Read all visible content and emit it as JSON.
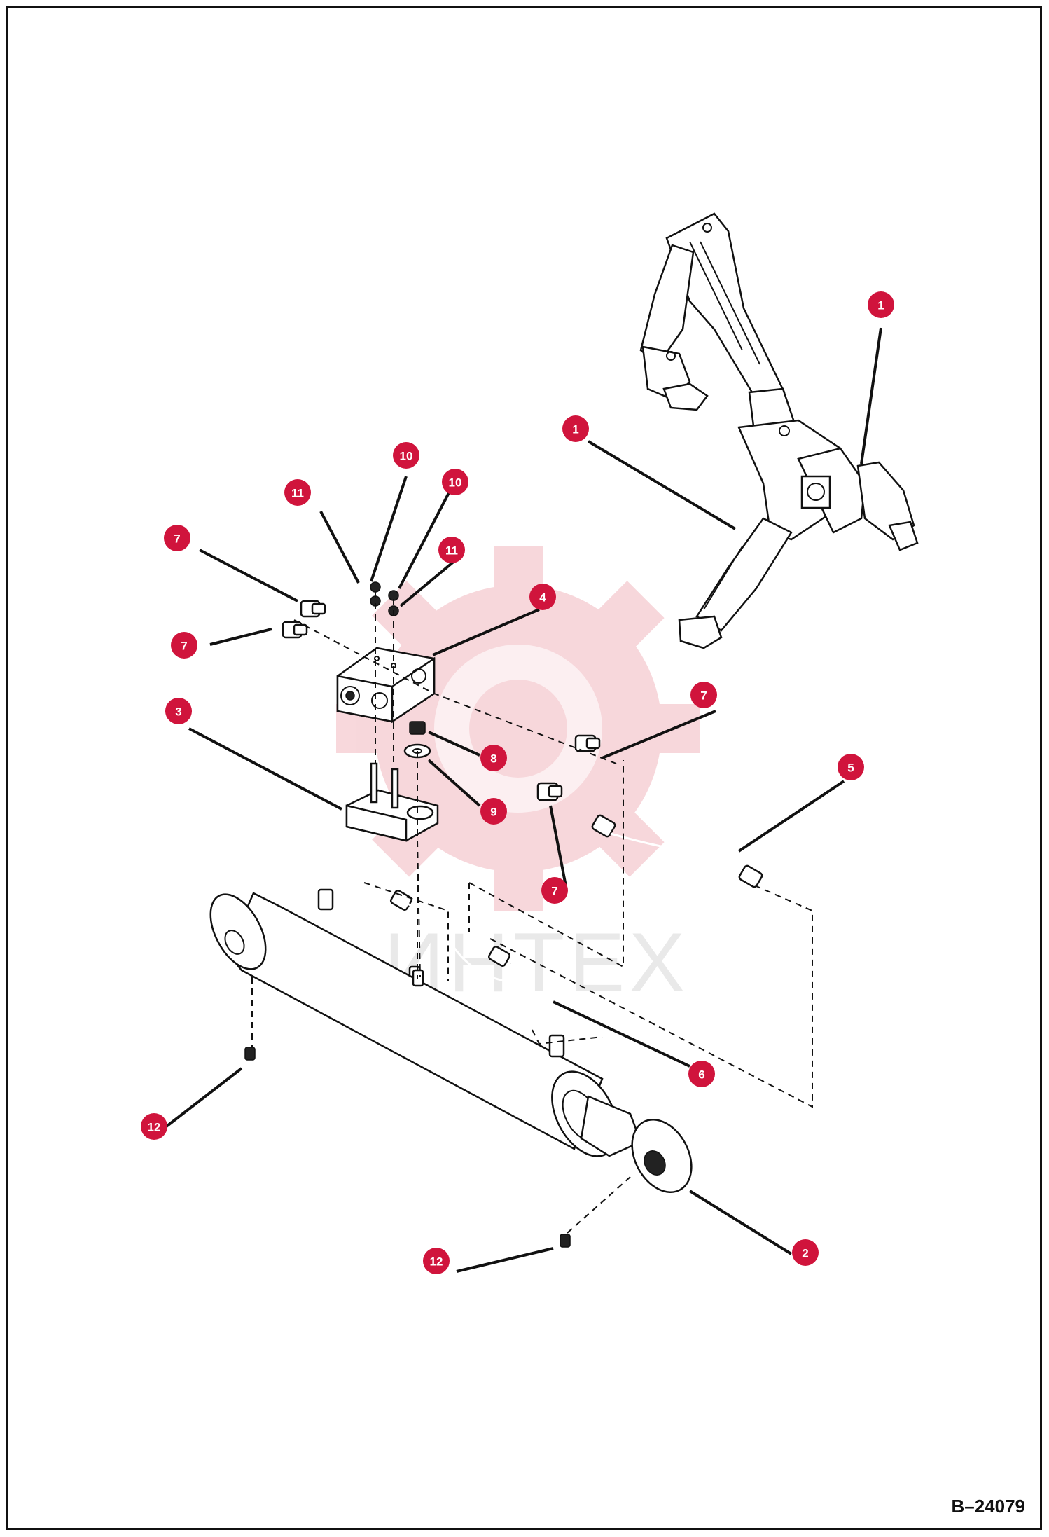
{
  "drawing_number": "B–24079",
  "watermark_text": "ИНТЕХ",
  "callout_color": "#d0143c",
  "callouts": [
    {
      "id": "callout-1a",
      "label": "1"
    },
    {
      "id": "callout-1b",
      "label": "1"
    },
    {
      "id": "callout-2",
      "label": "2"
    },
    {
      "id": "callout-3",
      "label": "3"
    },
    {
      "id": "callout-4",
      "label": "4"
    },
    {
      "id": "callout-5",
      "label": "5"
    },
    {
      "id": "callout-6",
      "label": "6"
    },
    {
      "id": "callout-7a",
      "label": "7"
    },
    {
      "id": "callout-7b",
      "label": "7"
    },
    {
      "id": "callout-7c",
      "label": "7"
    },
    {
      "id": "callout-7d",
      "label": "7"
    },
    {
      "id": "callout-8",
      "label": "8"
    },
    {
      "id": "callout-9",
      "label": "9"
    },
    {
      "id": "callout-10a",
      "label": "10"
    },
    {
      "id": "callout-10b",
      "label": "10"
    },
    {
      "id": "callout-11a",
      "label": "11"
    },
    {
      "id": "callout-11b",
      "label": "11"
    },
    {
      "id": "callout-12a",
      "label": "12"
    },
    {
      "id": "callout-12b",
      "label": "12"
    }
  ]
}
